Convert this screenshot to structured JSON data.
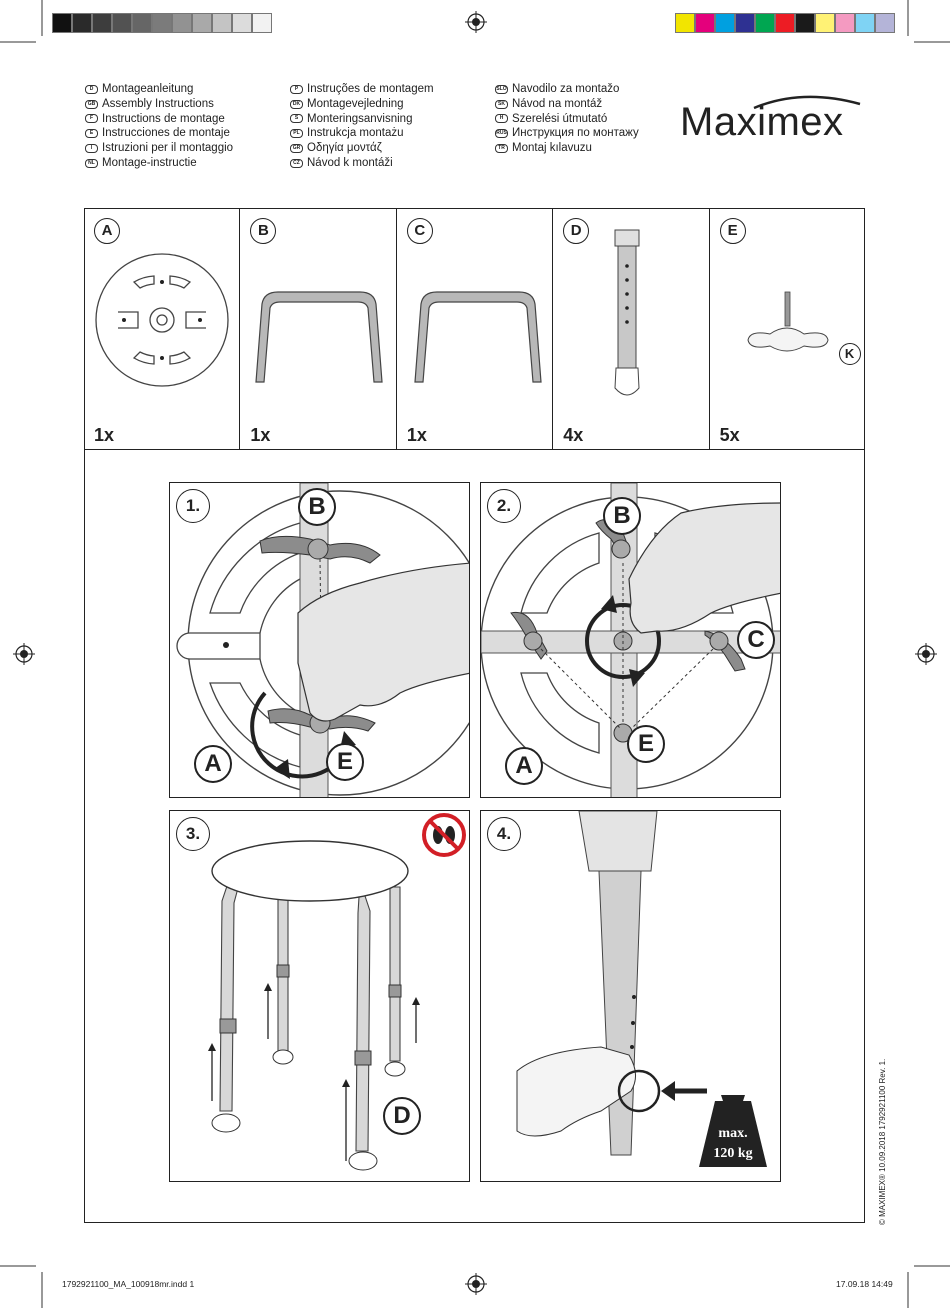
{
  "print_marks": {
    "gray_swatches": [
      "#111111",
      "#2a2a2a",
      "#3d3d3d",
      "#525252",
      "#666666",
      "#7b7b7b",
      "#929292",
      "#a9a9a9",
      "#c4c4c4",
      "#dcdcdc",
      "#f2f2f2"
    ],
    "color_swatches": [
      "#f2e500",
      "#e4007c",
      "#00a0e0",
      "#2e3192",
      "#00a651",
      "#ed1c24",
      "#1a1a1a",
      "#fff275",
      "#f49ac1",
      "#7fd3f4",
      "#b4b4d8"
    ]
  },
  "languages": {
    "col1": [
      {
        "code": "D",
        "text": "Montageanleitung"
      },
      {
        "code": "GB",
        "text": "Assembly Instructions"
      },
      {
        "code": "F",
        "text": "Instructions de montage"
      },
      {
        "code": "E",
        "text": "Instrucciones de montaje"
      },
      {
        "code": "I",
        "text": "Istruzioni per il montaggio"
      },
      {
        "code": "NL",
        "text": "Montage-instructie"
      }
    ],
    "col2": [
      {
        "code": "P",
        "text": "Instruções de montagem"
      },
      {
        "code": "DK",
        "text": "Montagevejledning"
      },
      {
        "code": "S",
        "text": "Monteringsanvisning"
      },
      {
        "code": "PL",
        "text": "Instrukcja montażu"
      },
      {
        "code": "GR",
        "text": "Οδηγία μοντάζ"
      },
      {
        "code": "CZ",
        "text": "Návod k montáži"
      }
    ],
    "col3": [
      {
        "code": "SLO",
        "text": "Navodilo za montažo"
      },
      {
        "code": "SK",
        "text": "Návod na montáž"
      },
      {
        "code": "H",
        "text": "Szerelési útmutató"
      },
      {
        "code": "RUS",
        "text": "Инструкция по монтажу"
      },
      {
        "code": "TR",
        "text": "Montaj kılavuzu"
      }
    ]
  },
  "brand": "Maximex",
  "parts": [
    {
      "letter": "A",
      "qty": "1x"
    },
    {
      "letter": "B",
      "qty": "1x"
    },
    {
      "letter": "C",
      "qty": "1x"
    },
    {
      "letter": "D",
      "qty": "4x"
    },
    {
      "letter": "E",
      "qty": "5x",
      "extra": "K"
    }
  ],
  "steps": [
    {
      "num": "1.",
      "callouts": [
        "B",
        "E",
        "A"
      ]
    },
    {
      "num": "2.",
      "callouts": [
        "B",
        "C",
        "E",
        "A"
      ]
    },
    {
      "num": "3.",
      "callouts": [
        "D"
      ]
    },
    {
      "num": "4.",
      "weight_line1": "max.",
      "weight_line2": "120 kg"
    }
  ],
  "side_text": "© MAXIMEX® 10.09.2018 1792921100 Rev. 1.",
  "footer_left": "1792921100_MA_100918mr.indd   1",
  "footer_right": "17.09.18   14:49",
  "icons": [
    "registration-mark-icon",
    "no-shoes-icon",
    "weight-icon",
    "rotate-arrow-icon"
  ]
}
